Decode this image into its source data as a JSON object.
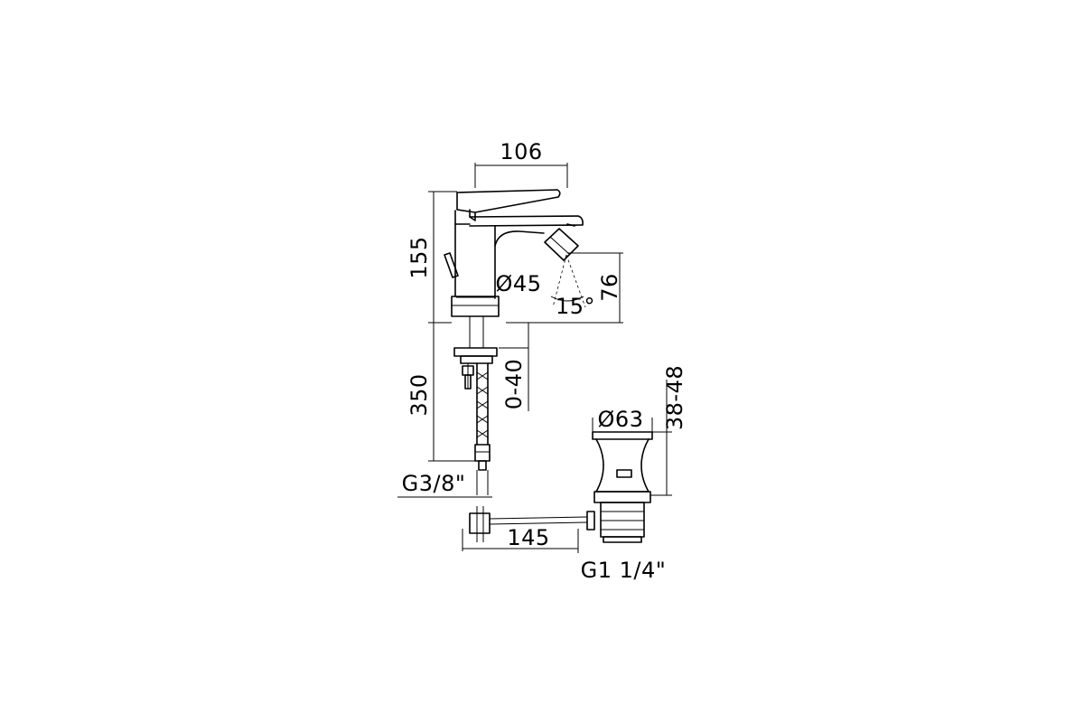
{
  "dimensions": {
    "top_width": "106",
    "faucet_height": "155",
    "body_diameter": "Ø45",
    "spray_angle": "15°",
    "spout_height": "76",
    "hose_length": "350",
    "deck_thickness": "0-40",
    "inlet_thread": "G3/8\"",
    "waste_diameter": "Ø63",
    "waste_range": "38-48",
    "rod_length": "145",
    "waste_thread": "G1 1/4\""
  }
}
